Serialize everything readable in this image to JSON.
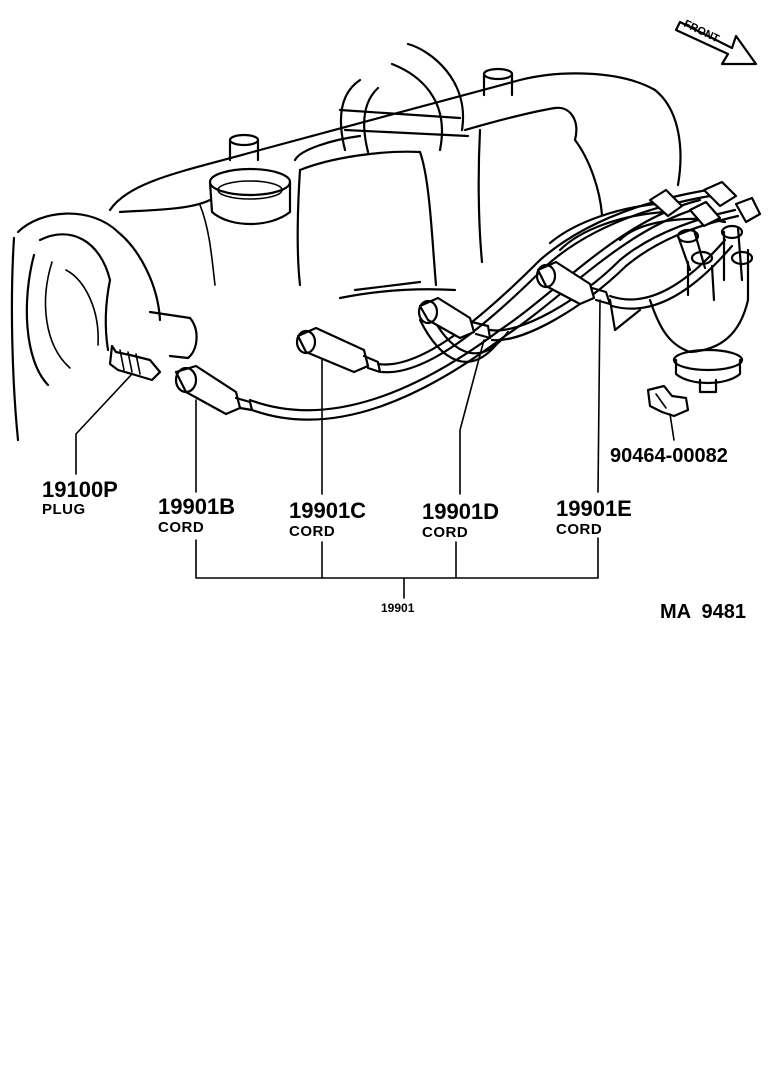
{
  "front_label": "FRONT",
  "parts": {
    "plug": {
      "number": "19100P",
      "name": "PLUG"
    },
    "cord_b": {
      "number": "19901B",
      "name": "CORD"
    },
    "cord_c": {
      "number": "19901C",
      "name": "CORD"
    },
    "cord_d": {
      "number": "19901D",
      "name": "CORD"
    },
    "cord_e": {
      "number": "19901E",
      "name": "CORD"
    },
    "cord_set": {
      "number": "19901"
    },
    "clamp": {
      "number": "90464-00082"
    }
  },
  "diagram_ref": "MA  9481"
}
